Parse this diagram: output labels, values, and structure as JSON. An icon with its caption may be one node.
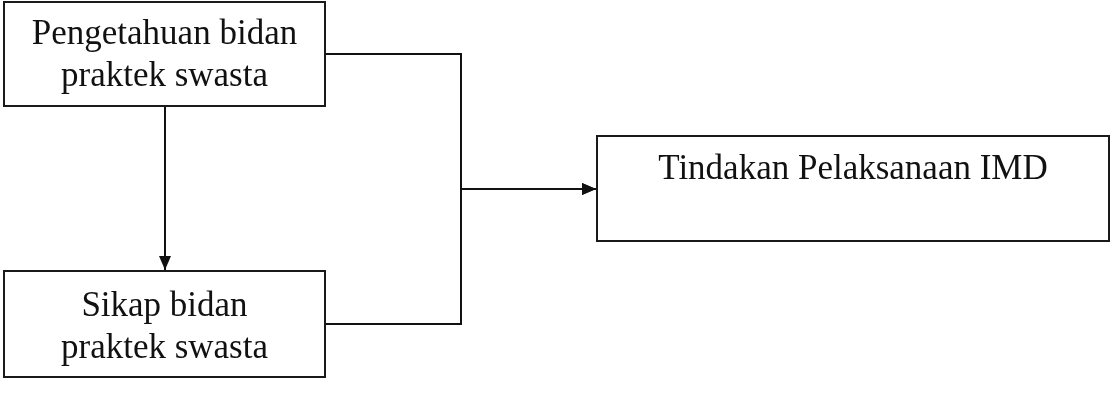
{
  "diagram": {
    "nodes": [
      {
        "text": [
          "Pengetahuan bidan praktek swasta"
        ]
      },
      {
        "text": [
          "Sikap bidan praktek swasta"
        ]
      },
      {
        "text": [
          "Tindakan Pelaksanaan IMD"
        ]
      }
    ],
    "edges": [
      {
        "from": 0,
        "to": 1,
        "arrow": "to"
      },
      {
        "from": 0,
        "to": 2,
        "arrow": "to"
      },
      {
        "from": 1,
        "to": 2,
        "arrow": "to"
      }
    ]
  }
}
